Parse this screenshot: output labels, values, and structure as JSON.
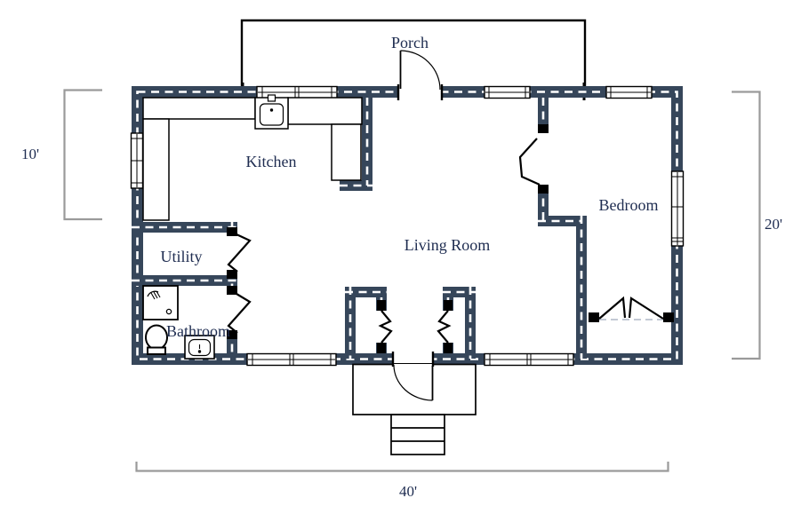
{
  "floor_plan": {
    "title": "house-floor-plan",
    "rooms": {
      "porch": "Porch",
      "kitchen": "Kitchen",
      "living_room": "Living Room",
      "bedroom": "Bedroom",
      "utility": "Utility",
      "bathroom": "Bathroom"
    },
    "dimensions": {
      "kitchen_depth": "10'",
      "house_depth": "20'",
      "house_width": "40'"
    },
    "fixtures": [
      "kitchen-counter",
      "kitchen-sink",
      "kitchen-peninsula",
      "shower",
      "toilet",
      "bathroom-vanity",
      "front-stoop",
      "entry-steps"
    ],
    "doors": [
      "porch-door",
      "front-door",
      "utility-door",
      "bathroom-door",
      "bedroom-door",
      "left-closet-bifold",
      "right-closet-bifold",
      "bedroom-closet-double-door"
    ],
    "colors": {
      "wall": "#36465a",
      "wall_dash": "#ffffff",
      "text": "#1e2c50",
      "line": "#000000",
      "bracket": "#9a9a9a",
      "background": "#ffffff"
    }
  }
}
